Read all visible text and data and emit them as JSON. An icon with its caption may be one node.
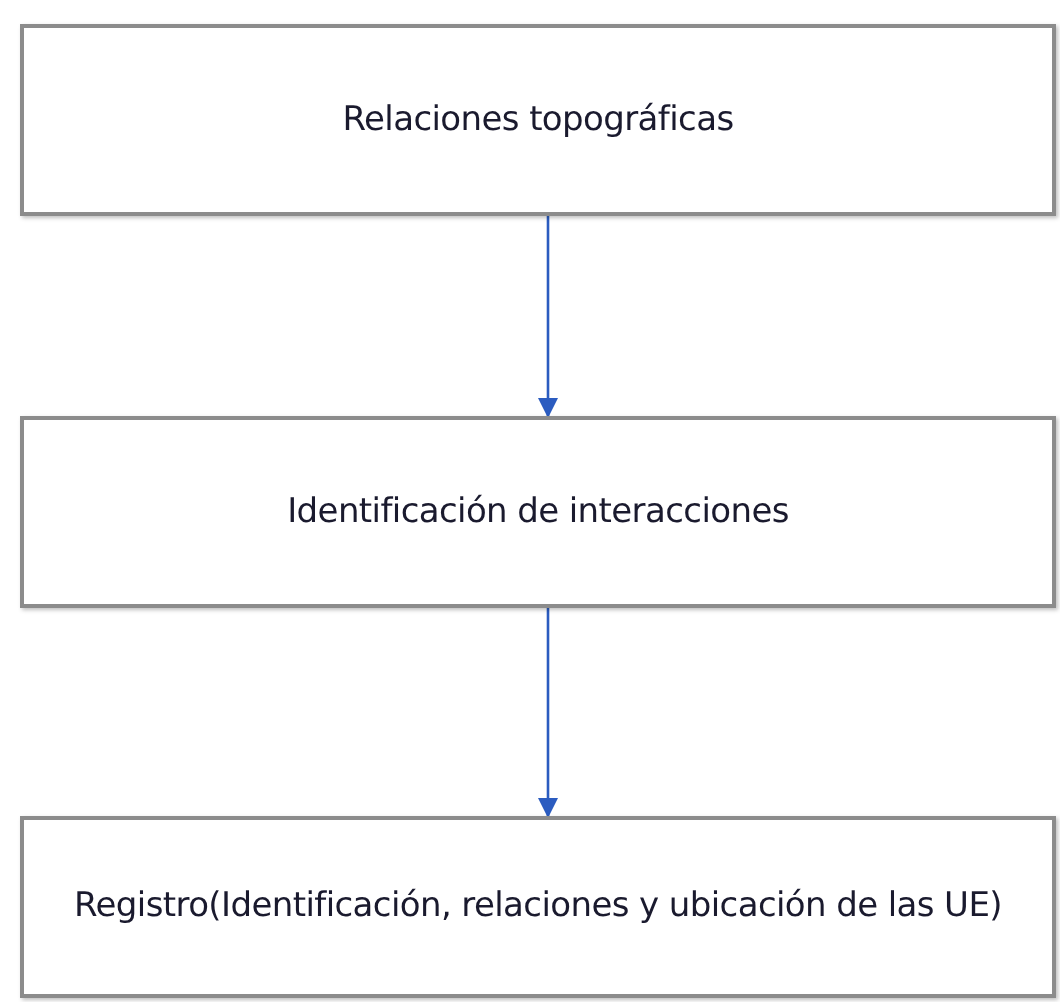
{
  "diagram": {
    "nodes": [
      {
        "text": [
          "Relaciones topográficas"
        ]
      },
      {
        "text": [
          "Identificación de interacciones"
        ]
      },
      {
        "text": [
          "Registro(Identificación, relaciones y ubicación de las UE)"
        ]
      }
    ],
    "edges": [
      {
        "from": 0,
        "to": 1,
        "arrow": "to"
      },
      {
        "from": 1,
        "to": 2,
        "arrow": "to"
      }
    ]
  }
}
